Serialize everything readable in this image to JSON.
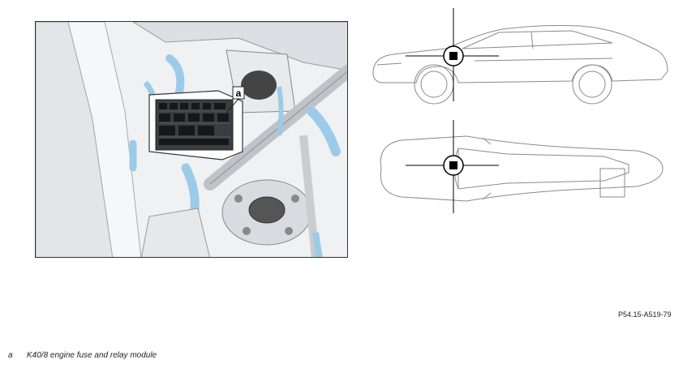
{
  "callout": {
    "letter": "a"
  },
  "figure_code": "P54.15-A519-79",
  "legend": {
    "letter": "a",
    "text": "K40/8 engine fuse and relay module"
  },
  "colors": {
    "highlight": "#9ccbe8",
    "line": "#444444",
    "marker": "#000000"
  }
}
